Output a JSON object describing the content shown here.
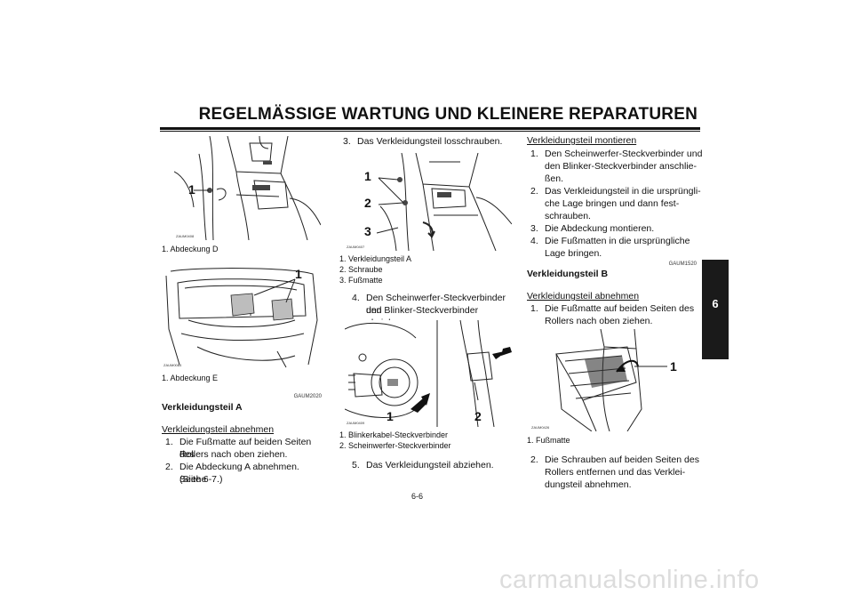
{
  "header": {
    "title": "REGELMÄSSIGE WARTUNG UND KLEINERE REPARATUREN",
    "tab": "6"
  },
  "col1": {
    "fig1": {
      "code": "ZAUM0408",
      "label": "1",
      "caption": "1. Abdeckung D"
    },
    "fig2": {
      "code": "ZAUM0084",
      "label": "1",
      "caption": "1. Abdeckung E"
    },
    "gcode": "GAUM2020",
    "heading": "Verkleidungsteil A",
    "subheading": "Verkleidungsteil abnehmen",
    "steps": [
      {
        "num": "1.",
        "lines": [
          "Die Fußmatte auf beiden Seiten des",
          "Rollers nach oben ziehen."
        ]
      },
      {
        "num": "2.",
        "lines": [
          "Die Abdeckung A abnehmen. (Siehe",
          "Seite 6-7.)"
        ]
      }
    ]
  },
  "col2": {
    "step3": {
      "num": "3.",
      "text": "Das Verkleidungsteil losschrauben."
    },
    "fig3": {
      "code": "ZAUM0407",
      "labels": [
        "1",
        "2",
        "3"
      ],
      "captions": [
        "1. Verkleidungsteil A",
        "2. Schraube",
        "3. Fußmatte"
      ]
    },
    "step4": {
      "num": "4.",
      "lines": [
        "Den Scheinwerfer-Steckverbinder und",
        "den Blinker-Steckverbinder abziehen."
      ]
    },
    "fig4": {
      "code": "ZAUM0409",
      "labels": [
        "1",
        "2"
      ],
      "captions": [
        "1. Blinkerkabel-Steckverbinder",
        "2. Scheinwerfer-Steckverbinder"
      ]
    },
    "step5": {
      "num": "5.",
      "text": "Das Verkleidungsteil abziehen."
    }
  },
  "col3": {
    "subheading1": "Verkleidungsteil montieren",
    "steps1": [
      {
        "num": "1.",
        "lines": [
          "Den Scheinwerfer-Steckverbinder und",
          "den Blinker-Steckverbinder anschlie-",
          "ßen."
        ]
      },
      {
        "num": "2.",
        "lines": [
          "Das Verkleidungsteil in die ursprüngli-",
          "che Lage bringen und dann fest-",
          "schrauben."
        ]
      },
      {
        "num": "3.",
        "lines": [
          "Die Abdeckung montieren."
        ]
      },
      {
        "num": "4.",
        "lines": [
          "Die Fußmatten in die ursprüngliche",
          "Lage bringen."
        ]
      }
    ],
    "gcode": "GAUM1520",
    "heading": "Verkleidungsteil B",
    "subheading2": "Verkleidungsteil abnehmen",
    "steps2": [
      {
        "num": "1.",
        "lines": [
          "Die Fußmatte auf beiden Seiten des",
          "Rollers nach oben ziehen."
        ]
      }
    ],
    "fig5": {
      "code": "ZAUM0426",
      "label": "1",
      "caption": "1. Fußmatte"
    },
    "steps3": [
      {
        "num": "2.",
        "lines": [
          "Die Schrauben auf beiden Seiten des",
          "Rollers entfernen und das Verklei-",
          "dungsteil abnehmen."
        ]
      }
    ]
  },
  "footer": {
    "page": "6-6",
    "watermark": "carmanualsonline.info"
  }
}
